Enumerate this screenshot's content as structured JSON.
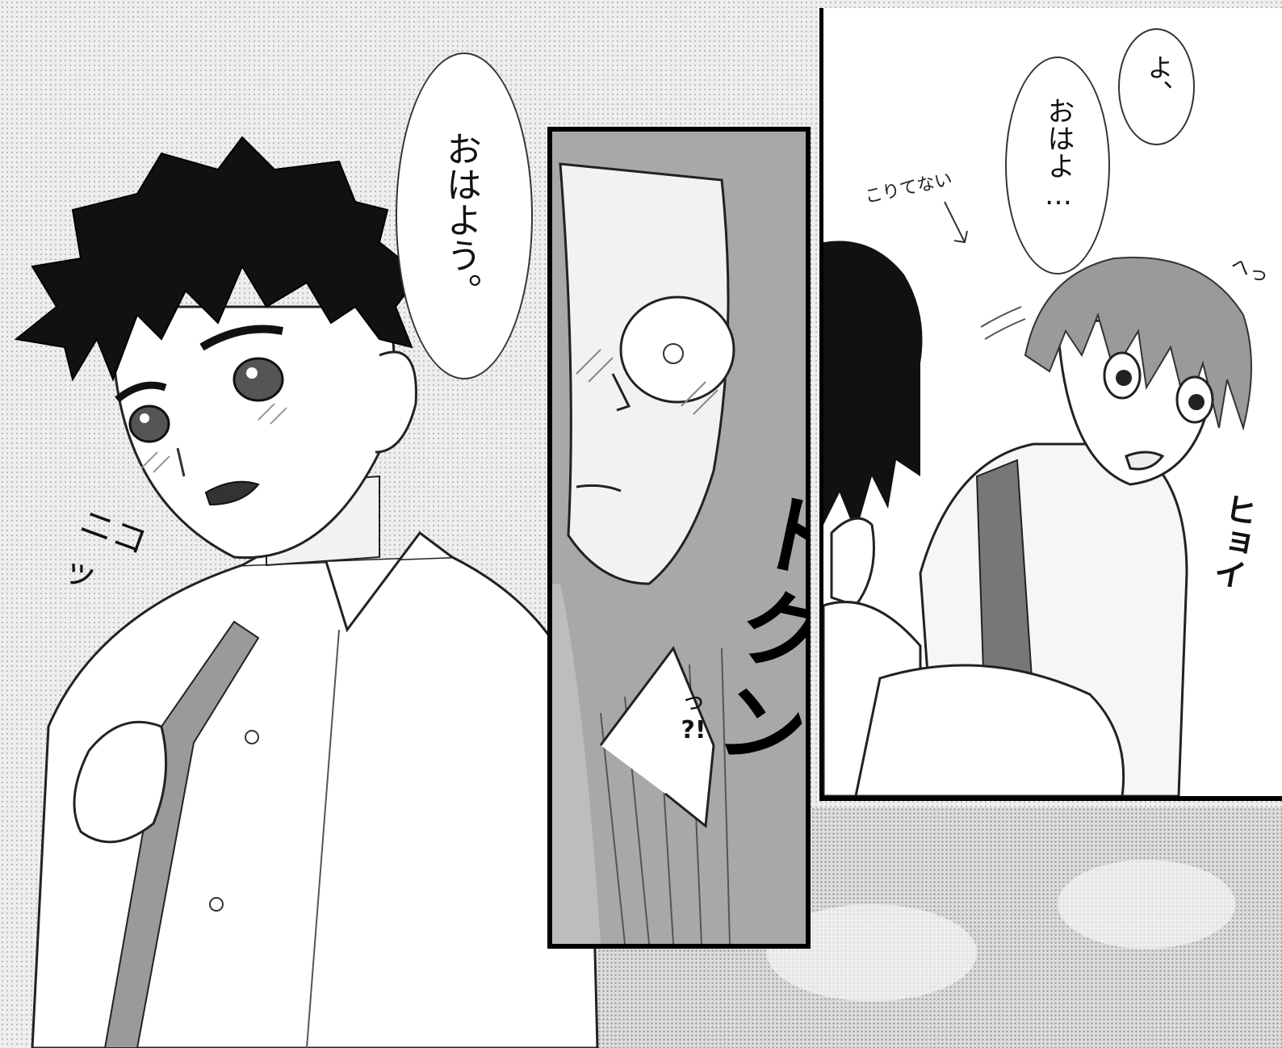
{
  "panel1": {
    "speech": "おはよう。",
    "sfx_grin": "ニコッ"
  },
  "panel2": {
    "sfx_dokun": "ドクン",
    "gasp": "っ",
    "gasp_marks": "?!"
  },
  "panel3": {
    "speech_line1": "よ、",
    "speech_line2": "おはよ…",
    "note": "こりてない",
    "sfx_hyoi": "ヒョイ",
    "sfx_small": "へっ"
  },
  "colors": {
    "ink": "#111111",
    "screentone": "#cfcfcf",
    "panel_border": "#000000",
    "paper": "#ffffff"
  }
}
